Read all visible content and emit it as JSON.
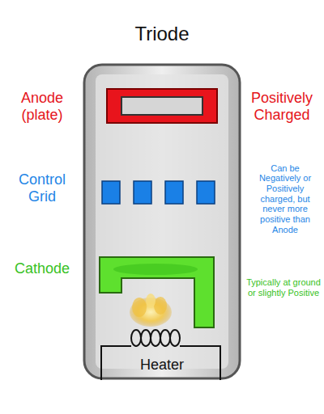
{
  "diagram": {
    "title": "Triode",
    "labels": [
      "Anode (plate)",
      "Positively Charged",
      "Control Grid",
      "Can be Negatively or Positively charged, but never more positive than Anode",
      "Cathode",
      "Typically at ground or slightly Positive",
      "Heater"
    ]
  }
}
